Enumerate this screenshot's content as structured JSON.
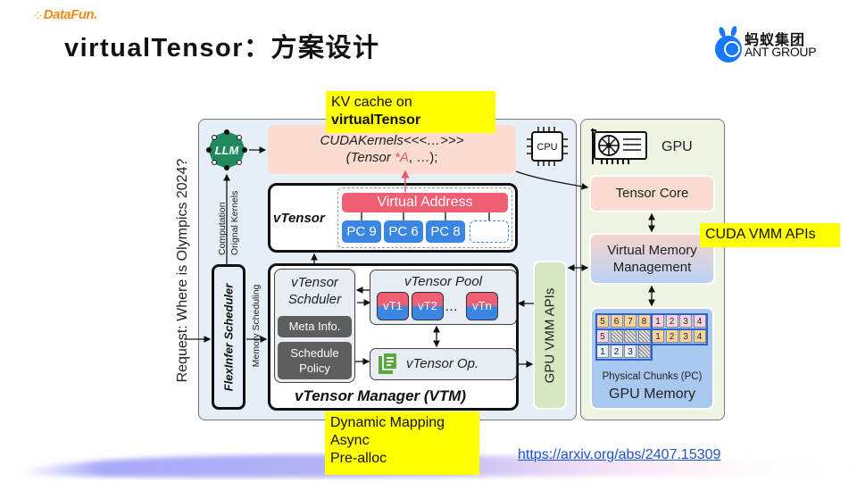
{
  "header": {
    "brand": "DataFun.",
    "title": "virtualTensor：方案设计",
    "org_logo_cn": "蚂蚁集团",
    "org_logo_en": "ANT GROUP"
  },
  "diagram": {
    "request_label": "Request: Where is Olympics 2024?",
    "llm_label": "LLM",
    "cuda_kernel_line1": "CUDAKernels<<<…>>>",
    "cuda_kernel_line2_pre": "(Tensor ",
    "cuda_kernel_ptr": "*A",
    "cuda_kernel_line2_post": ", …);",
    "cpu_label": "CPU",
    "computation_label": "Computation",
    "original_kernels_label": "Orignal Kernels",
    "vtensor_label": "vTensor",
    "virtual_address": "Virtual Address",
    "physical_chunks": [
      "PC 9",
      "PC 6",
      "PC 8"
    ],
    "flexinfer_label": "FlexInfer Scheduler",
    "memory_scheduling_label": "Memory Scheduling",
    "vtm_label": "vTensor Manager (VTM)",
    "scheduler_title_l1": "vTensor",
    "scheduler_title_l2": "Schduler",
    "meta_info": "Meta Info.",
    "schedule_policy_l1": "Schedule",
    "schedule_policy_l2": "Policy",
    "pool_title": "vTensor Pool",
    "pool_items": [
      "vT1",
      "vT2",
      "vTn"
    ],
    "pool_ellipsis": "…",
    "op_label": "vTensor Op.",
    "gpu_vmm_apis": "GPU VMM APIs",
    "gpu_label": "GPU",
    "tensor_core": "Tensor Core",
    "vmm_l1": "Virtual Memory",
    "vmm_l2": "Management",
    "chunk_rows": [
      [
        {
          "v": "5",
          "c": "o"
        },
        {
          "v": "6",
          "c": "o"
        },
        {
          "v": "7",
          "c": "o"
        },
        {
          "v": "8",
          "c": "o"
        },
        {
          "v": "1",
          "c": "p"
        },
        {
          "v": "2",
          "c": "p"
        },
        {
          "v": "3",
          "c": "p"
        },
        {
          "v": "4",
          "c": "p"
        }
      ],
      [
        {
          "v": "5",
          "c": "p"
        },
        {
          "v": "",
          "c": "h"
        },
        {
          "v": "",
          "c": "h"
        },
        {
          "v": "",
          "c": "h"
        },
        {
          "v": "1",
          "c": "o"
        },
        {
          "v": "2",
          "c": "o"
        },
        {
          "v": "3",
          "c": "o"
        },
        {
          "v": "4",
          "c": "o"
        }
      ],
      [
        {
          "v": "1",
          "c": "w"
        },
        {
          "v": "2",
          "c": "w"
        },
        {
          "v": "3",
          "c": "w"
        },
        {
          "v": "",
          "c": "h"
        }
      ]
    ],
    "pc_caption": "Physical Chunks (PC)",
    "gpu_memory": "GPU Memory"
  },
  "callouts": {
    "kv_line1": "KV cache on",
    "kv_line2": "virtualTensor",
    "cuda_vmm": "CUDA VMM APIs",
    "dyn_line1": "Dynamic Mapping",
    "dyn_line2": "Async",
    "dyn_line3": "Pre-alloc"
  },
  "footer": {
    "link": "https://arxiv.org/abs/2407.15309"
  },
  "colors": {
    "accent_red": "#ee5f74",
    "accent_blue": "#3b86e3",
    "callout_yellow": "#ffff00",
    "link_blue": "#1a56c9"
  }
}
